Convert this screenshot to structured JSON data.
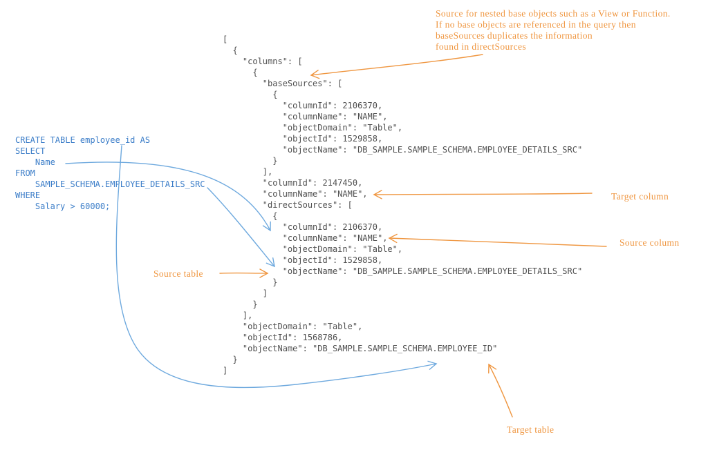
{
  "colors": {
    "annotation_orange": "#ef9640",
    "arrow_blue": "#6ea9de",
    "sql_blue": "#3b7dc8",
    "json_gray": "#4f4f4f",
    "background": "#ffffff"
  },
  "sql_editor": {
    "code": "CREATE TABLE employee_id AS\nSELECT\n    Name\nFROM\n    SAMPLE_SCHEMA.EMPLOYEE_DETAILS_SRC\nWHERE\n    Salary > 60000;"
  },
  "lineage_json": {
    "code": "[\n  {\n    \"columns\": [\n      {\n        \"baseSources\": [\n          {\n            \"columnId\": 2106370,\n            \"columnName\": \"NAME\",\n            \"objectDomain\": \"Table\",\n            \"objectId\": 1529858,\n            \"objectName\": \"DB_SAMPLE.SAMPLE_SCHEMA.EMPLOYEE_DETAILS_SRC\"\n          }\n        ],\n        \"columnId\": 2147450,\n        \"columnName\": \"NAME\",\n        \"directSources\": [\n          {\n            \"columnId\": 2106370,\n            \"columnName\": \"NAME\",\n            \"objectDomain\": \"Table\",\n            \"objectId\": 1529858,\n            \"objectName\": \"DB_SAMPLE.SAMPLE_SCHEMA.EMPLOYEE_DETAILS_SRC\"\n          }\n        ]\n      }\n    ],\n    \"objectDomain\": \"Table\",\n    \"objectId\": 1568786,\n    \"objectName\": \"DB_SAMPLE.SAMPLE_SCHEMA.EMPLOYEE_ID\"\n  }\n]"
  },
  "annotations": {
    "base_sources_note": "Source for nested base objects such as a View or Function.\nIf no base objects are referenced in the query then\nbaseSources duplicates the information\nfound in directSources",
    "target_column": "Target column",
    "source_column": "Source column",
    "source_table": "Source table",
    "target_table": "Target table"
  }
}
